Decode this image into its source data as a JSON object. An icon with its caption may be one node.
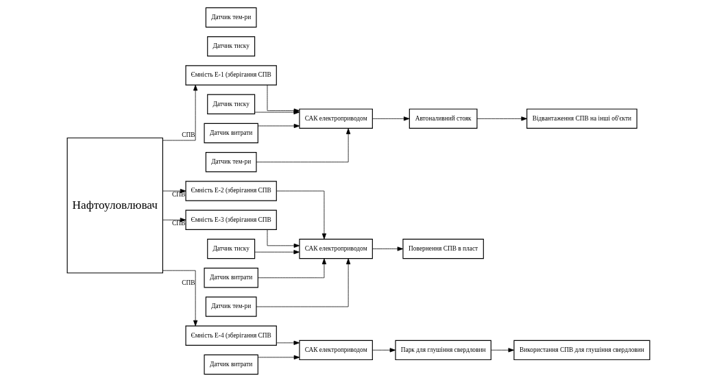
{
  "diagram": {
    "nodes": [
      {
        "text": [
          "Нафтоуловлювач"
        ]
      },
      {
        "text": [
          "Ємність Е-1 (зберігання СПВ"
        ]
      },
      {
        "text": [
          "Датчик тиску"
        ]
      },
      {
        "text": [
          "Датчик витрати"
        ]
      },
      {
        "text": [
          "Датчик тем-ри"
        ]
      },
      {
        "text": [
          "САК електроприводом"
        ]
      },
      {
        "text": [
          "Автоналивний стояк"
        ]
      },
      {
        "text": [
          "Відвантаження СПВ на інші об'єкти"
        ]
      },
      {
        "text": [
          "Ємність Е-2 (зберігання СПВ"
        ]
      },
      {
        "text": [
          "Ємність Е-3 (зберігання СПВ"
        ]
      },
      {
        "text": [
          "Датчик тиску"
        ]
      },
      {
        "text": [
          "Датчик витрати"
        ]
      },
      {
        "text": [
          "Датчик тем-ри"
        ]
      },
      {
        "text": [
          "САК електроприводом"
        ]
      },
      {
        "text": [
          "Повернення СПВ в пласт"
        ]
      },
      {
        "text": [
          "Ємність Е-4 (зберігання СПВ"
        ]
      },
      {
        "text": [
          "Датчик тиску"
        ]
      },
      {
        "text": [
          "Датчик витрати"
        ]
      },
      {
        "text": [
          "Датчик тем-ри"
        ]
      },
      {
        "text": [
          "САК електроприводом"
        ]
      },
      {
        "text": [
          "Парк для глушіння свердловин"
        ]
      },
      {
        "text": [
          "Використання СПВ для глушіння свердловин"
        ]
      }
    ],
    "edges": [
      {
        "from": 0,
        "to": 1,
        "arrow": "to",
        "label": "СПВ"
      },
      {
        "from": 0,
        "to": 8,
        "arrow": "to",
        "label": "СПВ"
      },
      {
        "from": 0,
        "to": 9,
        "arrow": "to",
        "label": "СПВ"
      },
      {
        "from": 0,
        "to": 15,
        "arrow": "to",
        "label": "СПВ"
      },
      {
        "from": 1,
        "to": 5,
        "arrow": "to"
      },
      {
        "from": 2,
        "to": 5,
        "arrow": "to"
      },
      {
        "from": 3,
        "to": 5,
        "arrow": "to"
      },
      {
        "from": 4,
        "to": 5,
        "arrow": "to"
      },
      {
        "from": 5,
        "to": 6,
        "arrow": "to"
      },
      {
        "from": 6,
        "to": 7,
        "arrow": "to"
      },
      {
        "from": 8,
        "to": 13,
        "arrow": "to"
      },
      {
        "from": 9,
        "to": 13,
        "arrow": "to"
      },
      {
        "from": 10,
        "to": 13,
        "arrow": "to"
      },
      {
        "from": 11,
        "to": 13,
        "arrow": "to"
      },
      {
        "from": 12,
        "to": 13,
        "arrow": "to"
      },
      {
        "from": 13,
        "to": 14,
        "arrow": "to"
      },
      {
        "from": 15,
        "to": 19,
        "arrow": "to"
      },
      {
        "from": 17,
        "to": 19,
        "arrow": "to"
      },
      {
        "from": 19,
        "to": 20,
        "arrow": "to"
      },
      {
        "from": 20,
        "to": 21,
        "arrow": "to"
      }
    ]
  }
}
